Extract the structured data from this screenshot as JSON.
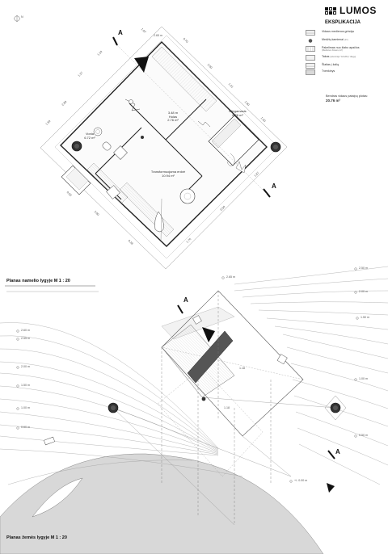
{
  "brand": {
    "name": "LUMOS"
  },
  "legend": {
    "title": "EKSPLIKACIJA",
    "items": [
      {
        "label": "Vidaus medienos grindys",
        "note": ""
      },
      {
        "label": "Medžių kamienai",
        "note": "(ir/r)"
      },
      {
        "label": "Pakelimas nuo žlabo apačios",
        "note": "(Medienos briaunų ir/r)"
      },
      {
        "label": "Takas",
        "note": "(aliuminija \"Grindžių\" diegų)"
      },
      {
        "label": "Šlaitas į žalią",
        "note": ""
      },
      {
        "label": "Tvenkinys",
        "note": ""
      }
    ],
    "total_label": "Bendras vidaus patalpų plotas:",
    "total_value": "20.76 m²"
  },
  "upper_plan": {
    "title": "Planas namelio lygyje M 1 : 20",
    "north_label": "N",
    "section_marker": "A",
    "level_top": "2.65 m",
    "rooms": [
      {
        "name": "Holas",
        "area": "2.76 m²",
        "height": "3.48 m"
      },
      {
        "name": "Miegamasis",
        "area": "6.26 m²"
      },
      {
        "name": "Vonia",
        "area": "6.72 m²"
      },
      {
        "name": "Transformuojama erdvė",
        "area": "10.94 m²"
      }
    ],
    "dims": [
      "1.20",
      "1.37",
      "2.80",
      "1.50",
      "0.70",
      "2.00",
      "1.51",
      "1.80",
      "1.50",
      "1.87",
      "0.50",
      "2.80",
      "0.28",
      "1.76",
      "0.50",
      "1.87"
    ]
  },
  "lower_plan": {
    "title": "Planas žemės lygyje M 1 : 20",
    "section_marker": "A",
    "levels": {
      "house_top": "2.65 m",
      "right": [
        "2.50 m",
        "2.00 m",
        "1.50 m",
        "1.00 m",
        "0.50 m"
      ],
      "left": [
        "2.60 m",
        "2.55 m",
        "2.00 m",
        "1.50 m",
        "1.00 m",
        "0.60 m"
      ],
      "mid1": "1.18",
      "mid2": "1.18",
      "zero": "+/- 0.00 m"
    }
  }
}
